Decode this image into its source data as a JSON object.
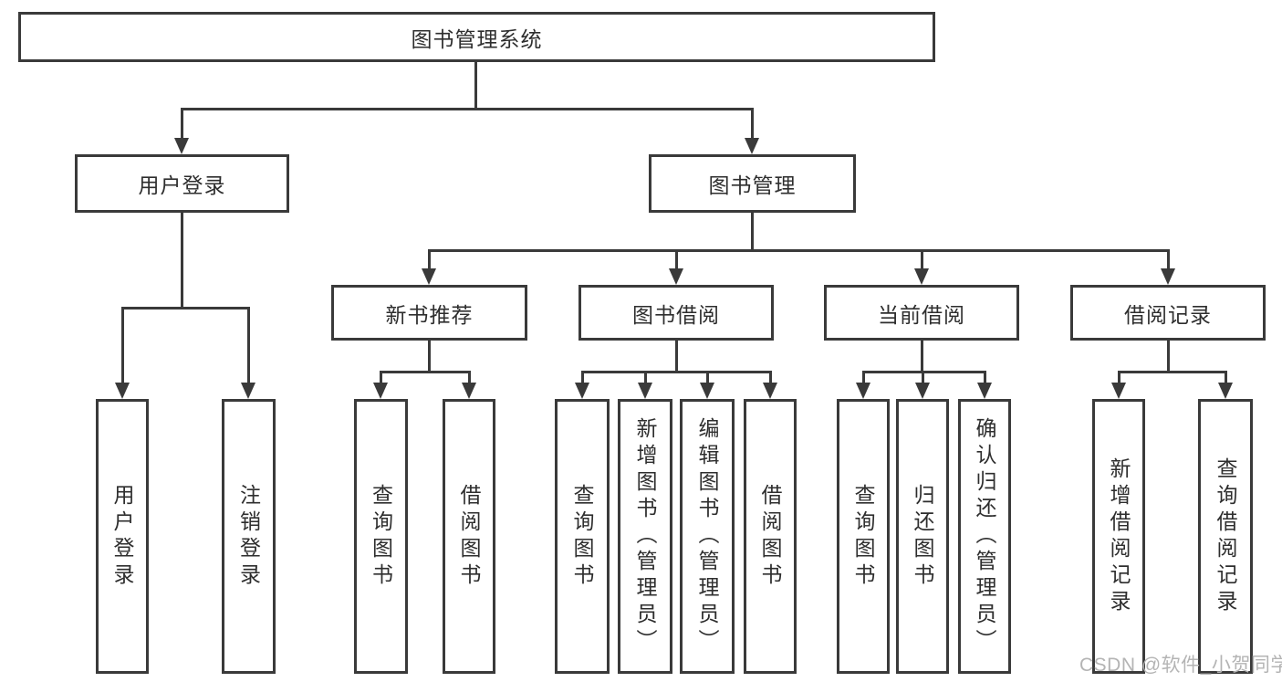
{
  "colors": {
    "line": "#3a3a3a",
    "text": "#2e2e2e",
    "watermark": "#b4b4b4",
    "background": "#ffffff"
  },
  "watermark": {
    "text": "CSDN @软件_小贺同学"
  },
  "nodes": {
    "root": {
      "label": "图书管理系统"
    },
    "level1": [
      {
        "label": "用户登录"
      },
      {
        "label": "图书管理"
      }
    ],
    "level2": [
      {
        "label": "新书推荐"
      },
      {
        "label": "图书借阅"
      },
      {
        "label": "当前借阅"
      },
      {
        "label": "借阅记录"
      }
    ],
    "leaves": [
      {
        "label": "用户登录"
      },
      {
        "label": "注销登录"
      },
      {
        "label": "查询图书"
      },
      {
        "label": "借阅图书"
      },
      {
        "label": "查询图书"
      },
      {
        "label": "新增图书（管理员）"
      },
      {
        "label": "编辑图书（管理员）"
      },
      {
        "label": "借阅图书"
      },
      {
        "label": "查询图书"
      },
      {
        "label": "归还图书"
      },
      {
        "label": "确认归还（管理员）"
      },
      {
        "label": "新增借阅记录"
      },
      {
        "label": "查询借阅记录"
      }
    ]
  }
}
